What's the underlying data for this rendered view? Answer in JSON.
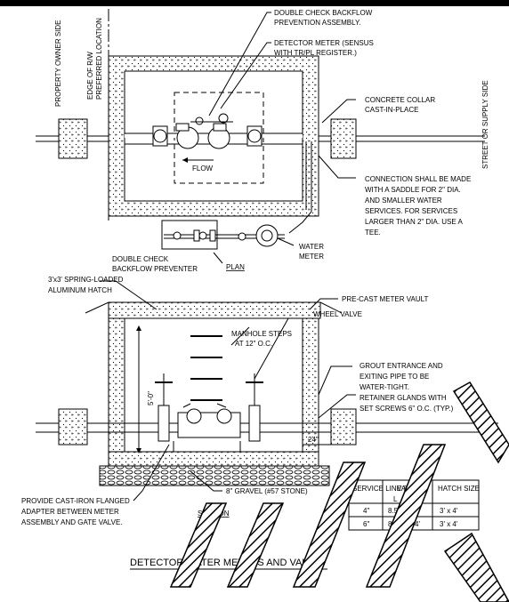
{
  "plan": {
    "side_left": "PROPERTY OWNER SIDE",
    "row_line1": "EDGE OF R/W",
    "row_line2": "PREFERRED LOCATION",
    "side_right": "STREET OR SUPPLY SIDE",
    "callout_double_check": [
      "DOUBLE CHECK BACKFLOW",
      "PREVENTION ASSEMBLY."
    ],
    "callout_detector": [
      "DETECTOR METER (SENSUS",
      "WITH TR/PL REGISTER.)"
    ],
    "callout_collar": [
      "CONCRETE COLLAR",
      "CAST-IN-PLACE"
    ],
    "callout_connection": [
      "CONNECTION SHALL BE MADE",
      "WITH A SADDLE FOR 2\" DIA.",
      "AND SMALLER WATER",
      "SERVICES.  FOR SERVICES",
      "LARGER THAN 2\" DIA. USE A",
      "TEE."
    ],
    "flow_label": "FLOW",
    "water_meter": [
      "WATER",
      "METER"
    ],
    "double_check_small": [
      "DOUBLE CHECK",
      "BACKFLOW PREVENTER"
    ],
    "view_label": "PLAN"
  },
  "section": {
    "hatch": [
      "3'x3' SPRING-LOADED",
      "ALUMINUM HATCH"
    ],
    "vault": "PRE-CAST METER VAULT",
    "wheel_valve": "WHEEL VALVE",
    "manhole": [
      "MANHOLE STEPS",
      "AT 12\" O.C."
    ],
    "grout": [
      "GROUT ENTRANCE AND",
      "EXITING PIPE TO BE",
      "WATER-TIGHT."
    ],
    "retainer": [
      "RETAINER GLANDS WITH",
      "SET SCREWS 6\" O.C. (TYP.)"
    ],
    "depth": "5'-0\"",
    "offset": "24\"",
    "gravel": "8\" GRAVEL (#57 STONE)",
    "adapter": [
      "PROVIDE CAST-IRON FLANGED",
      "ADAPTER BETWEEN METER",
      "ASSEMBLY AND GATE VALVE."
    ],
    "view_label": "SECTION"
  },
  "table": {
    "headers": [
      "SERVICE LINE SIZE",
      "VAULT",
      "HATCH SIZE"
    ],
    "subheaders": [
      "L",
      "W"
    ],
    "rows": [
      [
        "4\"",
        "8.5'",
        "4'",
        "3' x 4'"
      ],
      [
        "6\"",
        "8.5'",
        "4'",
        "3' x 4'"
      ]
    ]
  },
  "title": "DETECTOR WATER METERS AND VAULT"
}
